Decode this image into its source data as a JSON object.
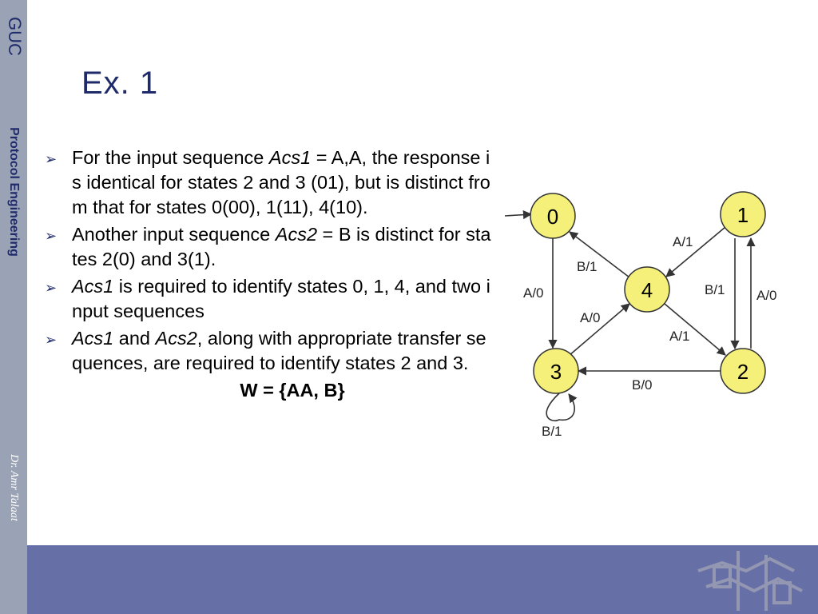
{
  "sidebar": {
    "logo_text": "GUC",
    "course": "Protocol Engineering",
    "author": "Dr. Amr Talaat"
  },
  "slide": {
    "title": "Ex. 1",
    "bullets": [
      {
        "a": "For the input sequence ",
        "b": "Acs1",
        "c": " = A,A, the response is identical for states 2 and 3 (01), but is distinct from that for states 0(00), 1(11), 4(10)."
      },
      {
        "a": "Another input sequence ",
        "b": "Acs2",
        "c": " = B is distinct for states 2(0) and 3(1)."
      },
      {
        "a": "",
        "b": "Acs1",
        "c": " is required to identify states 0, 1, 4, and two input sequences"
      },
      {
        "a": "",
        "b": "Acs1",
        "c": " and ",
        "d": "Acs2",
        "e": ", along with appropriate transfer sequences, are required to identify states 2 and 3."
      }
    ],
    "formula": "W = {AA, B}"
  },
  "diagram": {
    "states": [
      "0",
      "1",
      "2",
      "3",
      "4"
    ],
    "edge_labels": {
      "e1_4": "A/1",
      "e4_0": "B/1",
      "e0_3": "A/0",
      "e3_4": "A/0",
      "e4_2": "A/1",
      "e1_2": "B/1",
      "e2_1": "A/0",
      "e2_3": "B/0",
      "e3_3": "B/1"
    },
    "node_fill": "#f5f07a",
    "node_stroke": "#333333"
  }
}
